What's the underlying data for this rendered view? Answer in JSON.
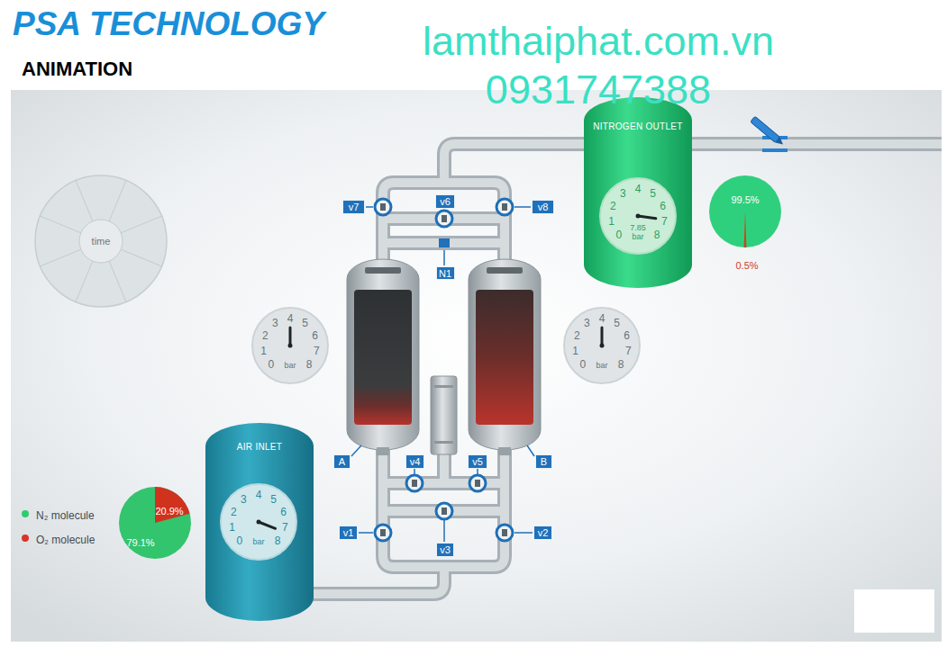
{
  "diagram": {
    "title": "PSA TECHNOLOGY",
    "nodes": [
      {
        "text": [
          "time"
        ]
      },
      {
        "text": [
          "NITROGEN OUTLET"
        ]
      },
      {
        "text": [
          "0",
          "1",
          "2",
          "3",
          "4",
          "5",
          "6",
          "7",
          "8",
          "7.85",
          "bar"
        ],
        "in": 1
      },
      {
        "text": [
          "99.5%",
          "0.5%"
        ]
      },
      {
        "text": [
          "v7"
        ]
      },
      {
        "text": [
          "v6"
        ]
      },
      {
        "text": [
          "v8"
        ]
      },
      {
        "text": [
          "N1"
        ]
      },
      {
        "text": [
          "0",
          "1",
          "2",
          "3",
          "4",
          "5",
          "6",
          "7",
          "8",
          "bar"
        ]
      },
      {
        "text": [
          "0",
          "1",
          "2",
          "3",
          "4",
          "5",
          "6",
          "7",
          "8",
          "bar"
        ]
      },
      {
        "text": [
          "A"
        ]
      },
      {
        "text": [
          "v4"
        ]
      },
      {
        "text": [
          "v5"
        ]
      },
      {
        "text": [
          "B"
        ]
      },
      {
        "text": [
          "AIR INLET"
        ]
      },
      {
        "text": [
          "0",
          "1",
          "2",
          "3",
          "4",
          "5",
          "6",
          "7",
          "8",
          "bar"
        ],
        "in": 14
      },
      {
        "text": [
          "20.9%",
          "79.1%"
        ]
      },
      {
        "text": [
          "v1"
        ]
      },
      {
        "text": [
          "v3"
        ]
      },
      {
        "text": [
          "v2"
        ]
      }
    ],
    "labels": [
      "ANIMATION",
      "lamthaiphat.com.vn",
      "0931747388"
    ],
    "legend": [
      {
        "text": "N₂ molecule",
        "color": "#2ecc71"
      },
      {
        "text": "O₂ molecule",
        "color": "#d9342b"
      }
    ]
  }
}
